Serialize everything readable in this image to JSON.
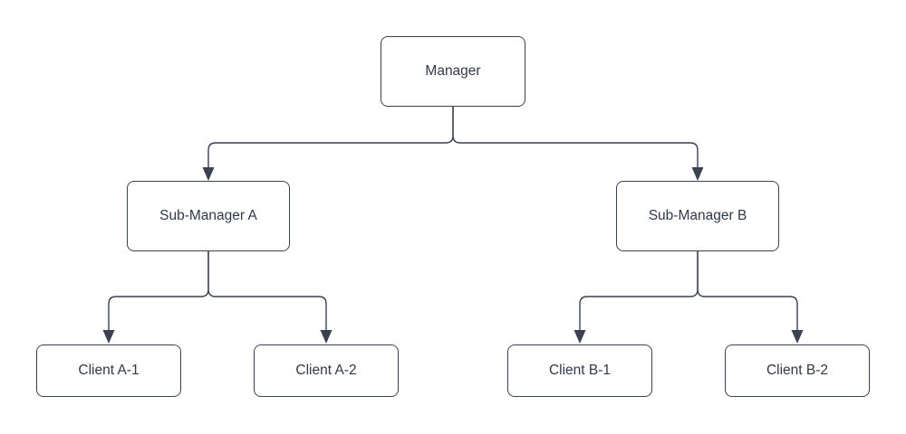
{
  "diagram": {
    "type": "org-chart",
    "background_color": "#ffffff",
    "stroke_color": "#3a4150",
    "node_fill_color": "#ffffff",
    "text_color": "#313849",
    "nodes": [
      {
        "id": "manager",
        "label": "Manager",
        "level": 0
      },
      {
        "id": "sub_a",
        "label": "Sub-Manager A",
        "level": 1
      },
      {
        "id": "sub_b",
        "label": "Sub-Manager B",
        "level": 1
      },
      {
        "id": "client_a1",
        "label": "Client A-1",
        "level": 2
      },
      {
        "id": "client_a2",
        "label": "Client A-2",
        "level": 2
      },
      {
        "id": "client_b1",
        "label": "Client B-1",
        "level": 2
      },
      {
        "id": "client_b2",
        "label": "Client B-2",
        "level": 2
      }
    ],
    "edges": [
      {
        "from": "manager",
        "to": "sub_a",
        "style": "elbow-arrow"
      },
      {
        "from": "manager",
        "to": "sub_b",
        "style": "elbow-arrow"
      },
      {
        "from": "sub_a",
        "to": "client_a1",
        "style": "elbow-arrow"
      },
      {
        "from": "sub_a",
        "to": "client_a2",
        "style": "elbow-arrow"
      },
      {
        "from": "sub_b",
        "to": "client_b1",
        "style": "elbow-arrow"
      },
      {
        "from": "sub_b",
        "to": "client_b2",
        "style": "elbow-arrow"
      }
    ]
  }
}
